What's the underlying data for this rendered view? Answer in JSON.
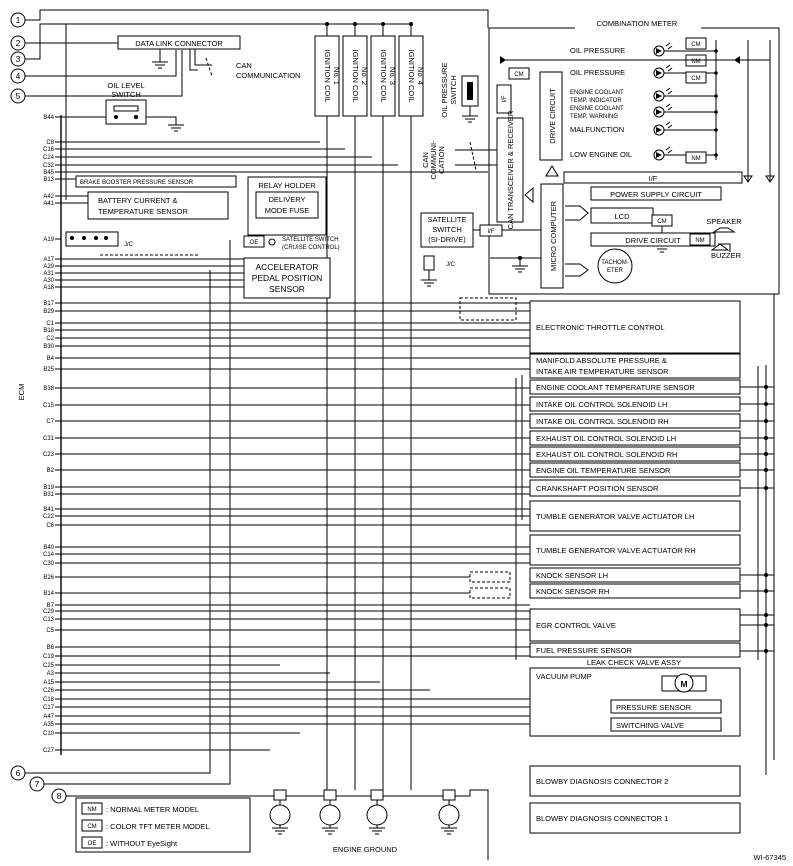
{
  "diagram_id": "WI-67345",
  "ecm_label": "ECM",
  "connector_numbers": [
    "1",
    "2",
    "3",
    "4",
    "5",
    "6",
    "7",
    "8"
  ],
  "data_link_connector": "DATA LINK CONNECTOR",
  "can_communication": [
    "CAN",
    "COMMUNICATION"
  ],
  "oil_level_switch": [
    "OIL LEVEL",
    "SWITCH"
  ],
  "ignition_coils": [
    {
      "name": "IGNITION COIL",
      "no": "No. 1"
    },
    {
      "name": "IGNITION COIL",
      "no": "No. 2"
    },
    {
      "name": "IGNITION COIL",
      "no": "No. 3"
    },
    {
      "name": "IGNITION COIL",
      "no": "No. 4"
    }
  ],
  "combination_meter": {
    "title": "COMBINATION METER",
    "rows": [
      "OIL PRESSURE",
      "OIL PRESSURE",
      "ENGINE COOLANT TEMP. INDICATOR",
      "ENGINE COOLANT TEMP. WARNING",
      "MALFUNCTION",
      "LOW ENGINE OIL"
    ],
    "tags": [
      "CM",
      "NM",
      "CM",
      "CM",
      "NM",
      "CM",
      "NM"
    ],
    "drive_circuit_v": "DRIVE CIRCUIT",
    "can_transceiver": "CAN TRANSCEIVER & RECEIVER",
    "micro_computer": "MICRO COMPUTER",
    "if_label": "I/F",
    "power_supply_circuit": "POWER SUPPLY CIRCUIT",
    "lcd": "LCD",
    "drive_circuit": "DRIVE CIRCUIT",
    "speaker": "SPEAKER",
    "buzzer": "BUZZER",
    "tachometer": "TACHOM-ETER"
  },
  "oil_pressure_switch": "OIL PRESSURE SWITCH",
  "can_communication_v": "CAN COMMUNI-CATION",
  "satellite_switch_box": [
    "SATELLITE",
    "SWITCH",
    "(SI-DRIVE)"
  ],
  "jc": "J/C",
  "brake_booster": "BRAKE BOOSTER PRESSURE SENSOR",
  "battery_current": [
    "BATTERY CURRENT &",
    "TEMPERATURE SENSOR"
  ],
  "relay_holder": "RELAY HOLDER",
  "delivery_mode_fuse": [
    "DELIVERY",
    "MODE FUSE"
  ],
  "oe_tag": "OE",
  "satellite_switch_cruise": [
    "SATELLITE SWITCH",
    "(CRUISE CONTROL)"
  ],
  "accelerator": [
    "ACCELERATOR",
    "PEDAL POSITION",
    "SENSOR"
  ],
  "right_components": [
    "ELECTRONIC THROTTLE CONTROL",
    "MANIFOLD ABSOLUTE PRESSURE & INTAKE AIR TEMPERATURE SENSOR",
    "ENGINE COOLANT TEMPERATURE SENSOR",
    "INTAKE OIL CONTROL SOLENOID LH",
    "INTAKE OIL CONTROL SOLENOID RH",
    "EXHAUST OIL CONTROL SOLENOID LH",
    "EXHAUST OIL CONTROL SOLENOID RH",
    "ENGINE OIL TEMPERATURE SENSOR",
    "CRANKSHAFT POSITION SENSOR",
    "TUMBLE GENERATOR VALVE ACTUATOR LH",
    "TUMBLE GENERATOR VALVE ACTUATOR RH",
    "KNOCK SENSOR LH",
    "KNOCK SENSOR RH",
    "EGR CONTROL VALVE",
    "FUEL PRESSURE SENSOR"
  ],
  "leak_check": {
    "title": "LEAK CHECK VALVE ASSY",
    "vacuum_pump": "VACUUM PUMP",
    "motor": "M",
    "pressure_sensor": "PRESSURE SENSOR",
    "switching_valve": "SWITCHING VALVE"
  },
  "blowby_2": "BLOWBY DIAGNOSIS CONNECTOR 2",
  "blowby_1": "BLOWBY DIAGNOSIS CONNECTOR 1",
  "engine_ground": "ENGINE GROUND",
  "legend": [
    {
      "tag": "NM",
      "text": ": NORMAL METER MODEL"
    },
    {
      "tag": "CM",
      "text": ": COLOR TFT METER MODEL"
    },
    {
      "tag": "OE",
      "text": ": WITHOUT EyeSight"
    }
  ],
  "ecm_pins": [
    "B44",
    "C8",
    "C16",
    "C24",
    "C32",
    "B45",
    "B13",
    "A42",
    "A41",
    "A19",
    "A17",
    "A29",
    "A31",
    "A30",
    "A18",
    "B17",
    "B29",
    "C1",
    "B18",
    "C2",
    "B30",
    "B4",
    "B25",
    "B38",
    "C15",
    "C7",
    "C31",
    "C23",
    "B2",
    "B19",
    "B31",
    "B41",
    "C22",
    "C6",
    "B40",
    "C14",
    "C30",
    "B26",
    "B14",
    "B7",
    "C29",
    "C13",
    "C5",
    "B6",
    "C19",
    "C25",
    "A3",
    "A15",
    "C26",
    "C18",
    "C17",
    "A47",
    "A35",
    "C10",
    "C27"
  ]
}
